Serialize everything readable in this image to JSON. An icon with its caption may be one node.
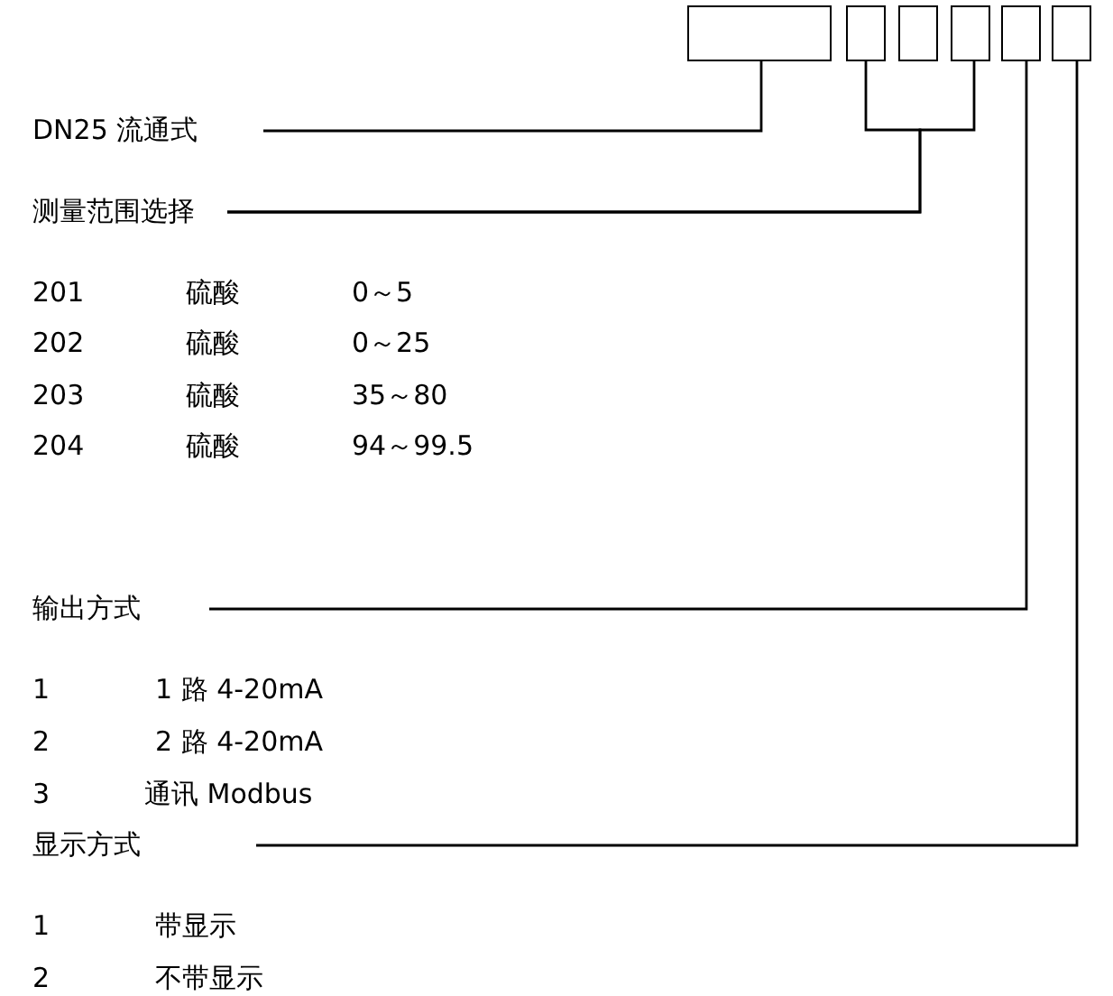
{
  "diagram": {
    "nodes": [
      {
        "text": [],
        "shape": "box"
      },
      {
        "text": [],
        "shape": "box"
      },
      {
        "text": [],
        "shape": "box"
      },
      {
        "text": [],
        "shape": "box"
      },
      {
        "text": [],
        "shape": "box"
      },
      {
        "text": [],
        "shape": "box"
      },
      {
        "text": [
          "DN25 流通式"
        ]
      },
      {
        "text": [
          "测量范围选择"
        ]
      },
      {
        "text": [
          "输出方式"
        ]
      },
      {
        "text": [
          "显示方式"
        ]
      }
    ],
    "edges": [
      {
        "from": 6,
        "to": 0,
        "arrow": "none"
      },
      {
        "from": 7,
        "to": 1,
        "arrow": "none"
      },
      {
        "from": 7,
        "to": 3,
        "arrow": "none"
      },
      {
        "from": 8,
        "to": 4,
        "arrow": "none"
      },
      {
        "from": 9,
        "to": 5,
        "arrow": "none"
      }
    ],
    "labels": [
      "201",
      "硫酸",
      "0～5",
      "202",
      "硫酸",
      "0～25",
      "203",
      "硫酸",
      "35～80",
      "204",
      "硫酸",
      "94～99.5",
      "1",
      "1 路 4-20mA",
      "2",
      "2 路 4-20mA",
      "3",
      "通讯 Modbus",
      "1",
      "带显示",
      "2",
      "不带显示"
    ]
  }
}
